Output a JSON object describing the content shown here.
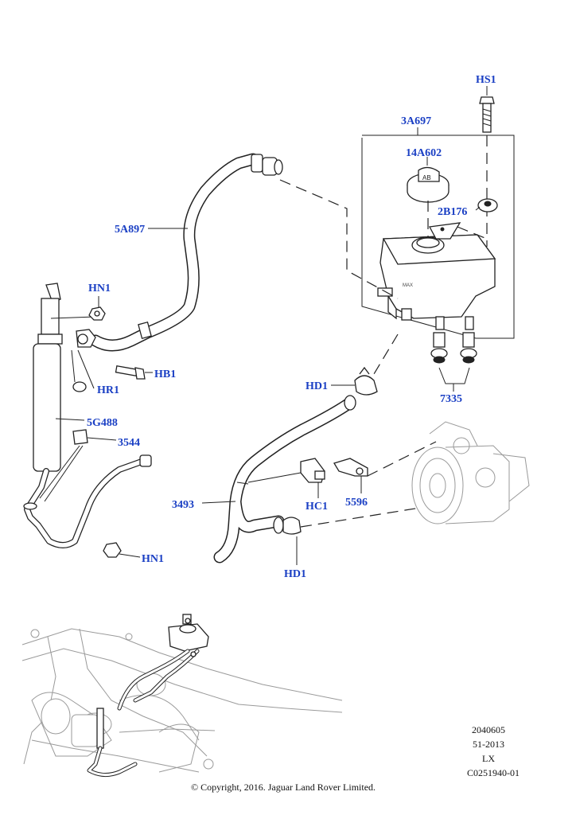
{
  "callouts": [
    {
      "id": "HS1",
      "label": "HS1"
    },
    {
      "id": "3A697",
      "label": "3A697"
    },
    {
      "id": "14A602",
      "label": "14A602"
    },
    {
      "id": "2B176",
      "label": "2B176"
    },
    {
      "id": "5A897",
      "label": "5A897"
    },
    {
      "id": "HN1_top",
      "label": "HN1"
    },
    {
      "id": "HB1",
      "label": "HB1"
    },
    {
      "id": "HR1",
      "label": "HR1"
    },
    {
      "id": "5G488",
      "label": "5G488"
    },
    {
      "id": "3544",
      "label": "3544"
    },
    {
      "id": "HN1_bottom",
      "label": "HN1"
    },
    {
      "id": "HD1_top",
      "label": "HD1"
    },
    {
      "id": "7335",
      "label": "7335"
    },
    {
      "id": "3493",
      "label": "3493"
    },
    {
      "id": "HC1",
      "label": "HC1"
    },
    {
      "id": "5596",
      "label": "5596"
    },
    {
      "id": "HD1_bottom",
      "label": "HD1"
    }
  ],
  "reference": {
    "line1": "2040605",
    "line2": "51-2013",
    "line3": "LX",
    "line4": "C0251940-01"
  },
  "copyright": "© Copyright, 2016. Jaguar Land Rover Limited.",
  "colors": {
    "callout": "#1a3fc4",
    "line": "#222222",
    "ghost": "#9a9a9a"
  }
}
